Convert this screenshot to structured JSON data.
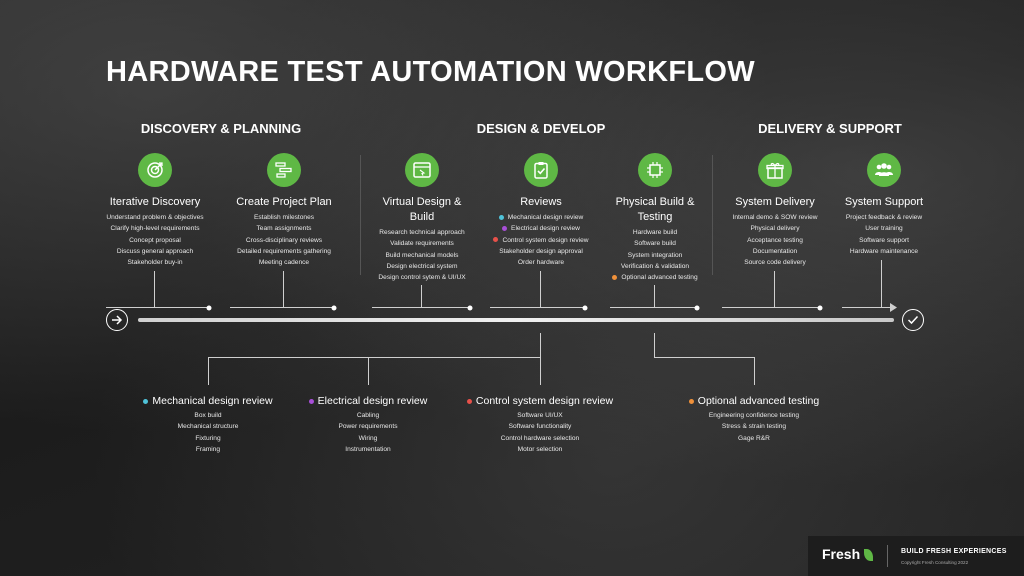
{
  "title": "HARDWARE TEST AUTOMATION WORKFLOW",
  "phases": [
    "DISCOVERY & PLANNING",
    "DESIGN & DEVELOP",
    "DELIVERY & SUPPORT"
  ],
  "stages": [
    {
      "title": "Iterative Discovery",
      "icon": "target-icon",
      "items": [
        "Understand problem & objectives",
        "Clarify high-level requirements",
        "Concept proposal",
        "Discuss general approach",
        "Stakeholder buy-in"
      ]
    },
    {
      "title": "Create Project Plan",
      "icon": "timeline-icon",
      "items": [
        "Establish milestones",
        "Team assignments",
        "Cross-disciplinary reviews",
        "Detailed requirements gathering",
        "Meeting cadence"
      ]
    },
    {
      "title": "Virtual Design & Build",
      "icon": "window-icon",
      "items": [
        "Research technical approach",
        "Validate requirements",
        "Build mechanical models",
        "Design electrical system",
        "Design control sytem & UI/UX"
      ]
    },
    {
      "title": "Reviews",
      "icon": "clipboard-check-icon",
      "items": [
        "Mechanical design review",
        "Electrical design review",
        "Control system design review",
        "Stakeholder design approval",
        "Order hardware"
      ]
    },
    {
      "title": "Physical Build & Testing",
      "icon": "chip-icon",
      "items": [
        "Hardware build",
        "Software build",
        "System integration",
        "Verification & validation",
        "Optional advanced testing"
      ]
    },
    {
      "title": "System Delivery",
      "icon": "gift-box-icon",
      "items": [
        "Internal demo & SOW review",
        "Physical delivery",
        "Acceptance testing",
        "Documentation",
        "Source code delivery"
      ]
    },
    {
      "title": "System Support",
      "icon": "users-icon",
      "items": [
        "Project feedback & review",
        "User training",
        "Software support",
        "Hardware maintenance"
      ]
    }
  ],
  "details": [
    {
      "title": "Mechanical design review",
      "items": [
        "Box build",
        "Mechanical structure",
        "Fixturing",
        "Framing"
      ]
    },
    {
      "title": "Electrical design review",
      "items": [
        "Cabling",
        "Power requirements",
        "Wiring",
        "Instrumentation"
      ]
    },
    {
      "title": "Control system design review",
      "items": [
        "Software UI/UX",
        "Software functionality",
        "Control hardware selection",
        "Motor selection"
      ]
    },
    {
      "title": "Optional advanced testing",
      "items": [
        "Engineering confidence testing",
        "Stress & strain testing",
        "Gage R&R"
      ]
    }
  ],
  "colors": {
    "accent": "#5fb845",
    "mechanical": "#4fc3d9",
    "electrical": "#a84fd8",
    "control": "#e8514a",
    "advanced": "#f0913a"
  },
  "footer": {
    "logo": "Fresh",
    "tagline": "BUILD FRESH EXPERIENCES",
    "copyright": "Copyright Fresh Consulting 2022"
  }
}
